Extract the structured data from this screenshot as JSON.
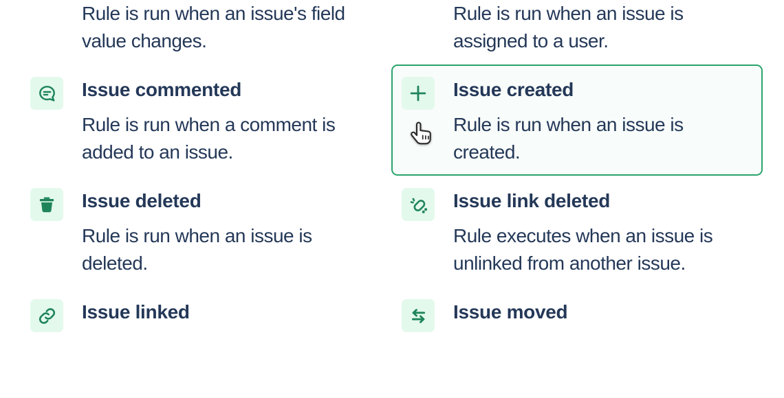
{
  "screen": "automation-trigger-picker",
  "colors": {
    "accent_green": "#2aa36c",
    "icon_green": "#1f845a",
    "icon_bg_green": "#e3f9ec",
    "selected_card_bg": "#f8fcfa",
    "text_navy": "#243858",
    "page_bg": "#ffffff"
  },
  "cursor": {
    "type": "hand-pointer-cursor"
  },
  "cards": [
    {
      "id": "field-value-changed-partial",
      "icon": null,
      "title": "",
      "description": "Rule is run when an issue's field\nvalue changes.",
      "selected": false
    },
    {
      "id": "issue-assigned-partial",
      "icon": null,
      "title": "",
      "description": "Rule is run when an issue is\nassigned to a user.",
      "selected": false
    },
    {
      "id": "issue-commented",
      "icon": "comment-icon",
      "title": "Issue commented",
      "description": "Rule is run when a comment is\nadded to an issue.",
      "selected": false
    },
    {
      "id": "issue-created",
      "icon": "plus-icon",
      "title": "Issue created",
      "description": "Rule is run when an issue is\ncreated.",
      "selected": true
    },
    {
      "id": "issue-deleted",
      "icon": "trash-icon",
      "title": "Issue deleted",
      "description": "Rule is run when an issue is\ndeleted.",
      "selected": false
    },
    {
      "id": "issue-link-deleted",
      "icon": "broken-link-icon",
      "title": "Issue link deleted",
      "description": "Rule executes when an issue is\nunlinked from another issue.",
      "selected": false
    },
    {
      "id": "issue-linked",
      "icon": "link-icon",
      "title": "Issue linked",
      "description": "",
      "selected": false
    },
    {
      "id": "issue-moved",
      "icon": "move-arrows-icon",
      "title": "Issue moved",
      "description": "",
      "selected": false
    }
  ]
}
